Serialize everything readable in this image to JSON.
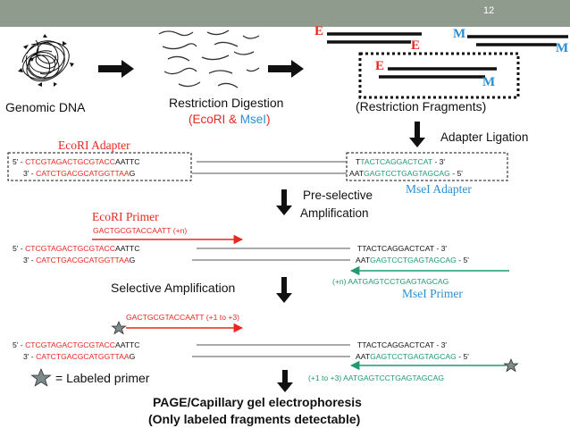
{
  "slide": {
    "page_number": "12"
  },
  "colors": {
    "red": "#e8271e",
    "blue": "#2a8fd2",
    "green": "#1f9b6e",
    "bar": "#8f9b8c",
    "black": "#111111"
  },
  "labels": {
    "genomic_dna": "Genomic DNA",
    "restriction_digestion": "Restriction Digestion",
    "enzymes_open": "(",
    "ecori": "EcoRI",
    "amp": " & ",
    "msei": "MseI",
    "enzymes_close": ")",
    "restriction_fragments": "(Restriction Fragments)",
    "adapter_ligation": "Adapter Ligation",
    "ecori_adapter": "EcoRI Adapter",
    "msei_adapter": "MseI Adapter",
    "pre_selective_1": "Pre-selective",
    "pre_selective_2": "Amplification",
    "ecori_primer": "EcoRI Primer",
    "msei_primer": "MseI Primer",
    "selective_amplification": "Selective Amplification",
    "labeled_primer": "= Labeled primer",
    "page_1": "PAGE/Capillary gel electrophoresis",
    "page_2": "(Only labeled fragments detectable)"
  },
  "fragments": {
    "e": "E",
    "m": "M"
  },
  "seq": {
    "prime5": "5' - ",
    "prime3": "3' - ",
    "top_red": "CTCGTAGACTGCGTACC",
    "top_black": "AATTC",
    "bottom_red": "CATCTGACGCATGGTTAA",
    "bottom_black": "G",
    "right_top_black": "T",
    "right_top_green": "TACTCAGGACTCAT",
    "right_top_end": " - 3'",
    "right_bottom_black": "AAT",
    "right_bottom_green": "GAGTCCTGAGTAGCAG",
    "right_bottom_end": " - 5'",
    "right_top_black_alt": "T",
    "right_top_rest_alt": "TACTCAGGACTCAT",
    "ecori_primer_seq": "GACTGCGTACCAATT (+n)",
    "msei_primer_seq": "(+n) AATGAGTCCTGAGTAGCAG",
    "sel_ecori_primer_seq": "GACTGCGTACCAATT (+1 to +3)",
    "sel_msei_primer_seq": "(+1 to +3) AATGAGTCCTGAGTAGCAG"
  }
}
